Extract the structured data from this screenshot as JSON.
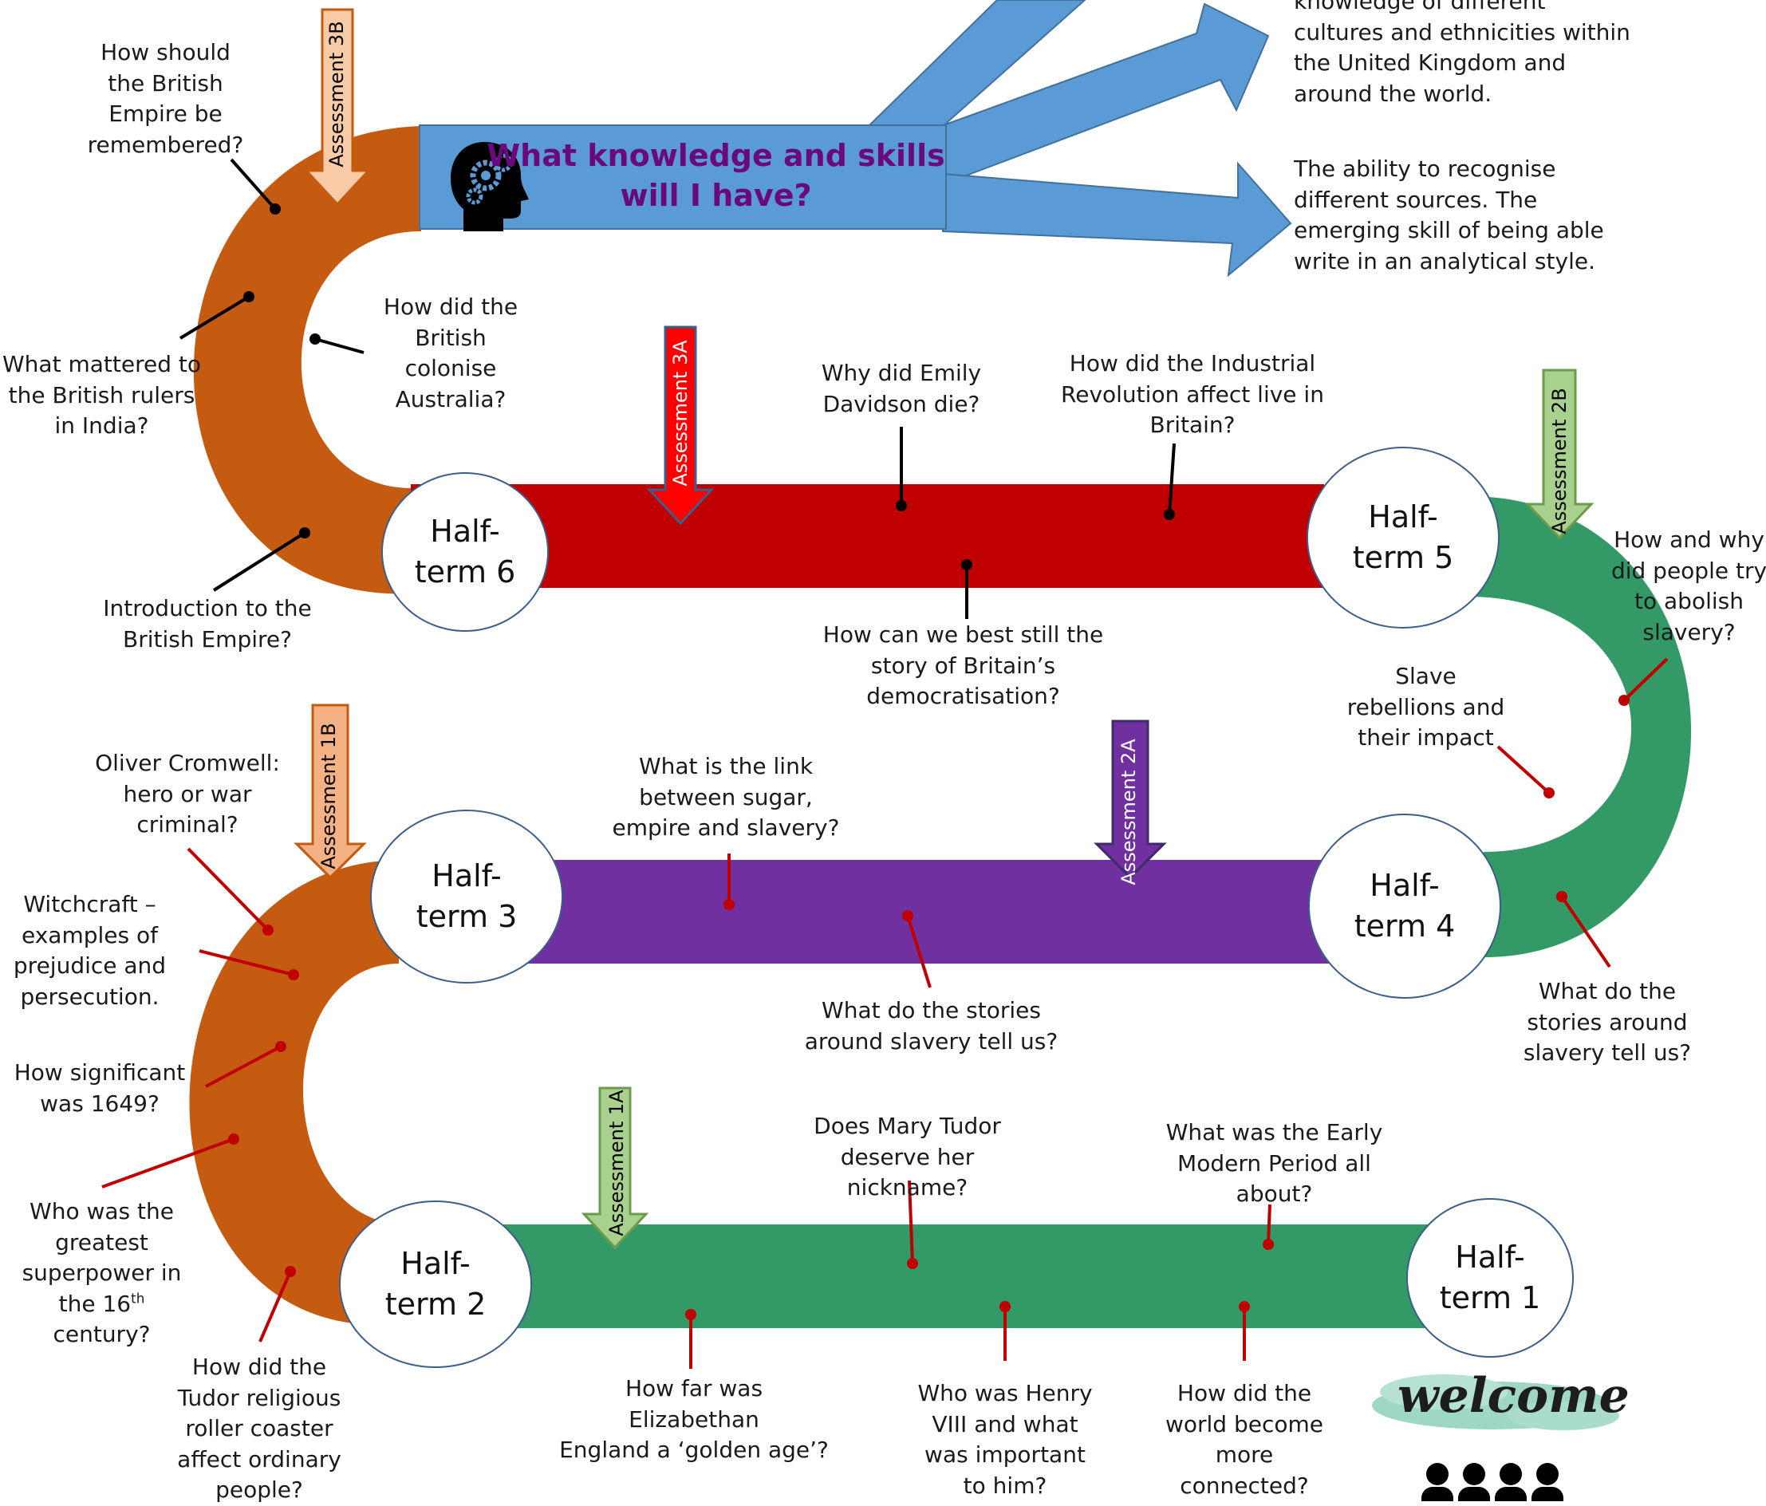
{
  "colors": {
    "orange": "#c55a11",
    "red": "#c00000",
    "purple": "#7030a0",
    "green": "#339966",
    "blue": "#5b9bd5",
    "heading": "#6a0a7a"
  },
  "header": {
    "title": "What knowledge and skills\nwill I have?",
    "icon": "head-gears-icon"
  },
  "skills": [
    {
      "text": "knowledge of different\ncultures and ethnicities within\nthe United Kingdom and\naround the world."
    },
    {
      "text": "The ability to recognise\ndifferent sources.  The\nemerging skill of being able\nwrite in an analytical style."
    }
  ],
  "half_terms": [
    {
      "label": "Half-\nterm 1"
    },
    {
      "label": "Half-\nterm 2"
    },
    {
      "label": "Half-\nterm 3"
    },
    {
      "label": "Half-\nterm 4"
    },
    {
      "label": "Half-\nterm 5"
    },
    {
      "label": "Half-\nterm 6"
    }
  ],
  "assessments": [
    {
      "label": "Assessment 1A"
    },
    {
      "label": "Assessment 1B"
    },
    {
      "label": "Assessment 2A"
    },
    {
      "label": "Assessment 2B"
    },
    {
      "label": "Assessment 3A"
    },
    {
      "label": "Assessment 3B"
    }
  ],
  "questions": {
    "ht6": [
      "How should\nthe British\nEmpire be\nremembered?",
      "What mattered to\nthe British rulers\nin India?",
      "How did the\nBritish\ncolonise\nAustralia?",
      "Introduction to the\nBritish Empire?"
    ],
    "ht5": [
      "Why did Emily\nDavidson die?",
      "How did the Industrial\nRevolution affect live in\nBritain?",
      "How can we best still the\nstory of Britain’s\ndemocratisation?"
    ],
    "ht4": [
      "How and why\ndid people try\nto abolish\nslavery?",
      "Slave\nrebellions and\ntheir impact",
      "What do the\nstories around\nslavery tell us?"
    ],
    "ht3": [
      "What is the link\nbetween sugar,\nempire and slavery?",
      "What do the stories\naround slavery tell us?"
    ],
    "ht2": [
      "Oliver Cromwell:\nhero or war\ncriminal?",
      "Witchcraft –\nexamples of\nprejudice and\npersecution.",
      "How significant\nwas 1649?",
      "Who was the\ngreatest\nsuperpower in\nthe 16",
      "How did the\nTudor religious\nroller coaster\naffect ordinary\npeople?"
    ],
    "superscript_th": "th",
    "century": "century?",
    "ht1": [
      "Does Mary Tudor\ndeserve her nickname?",
      "What was the Early\nModern Period all\nabout?",
      "How far was Elizabethan\nEngland a ‘golden age’?",
      "Who was Henry\nVIII and what\nwas important\nto him?",
      "How did the\nworld become\nmore\nconnected?"
    ]
  },
  "welcome": {
    "text": "welcome",
    "icon": "people-group-icon"
  }
}
